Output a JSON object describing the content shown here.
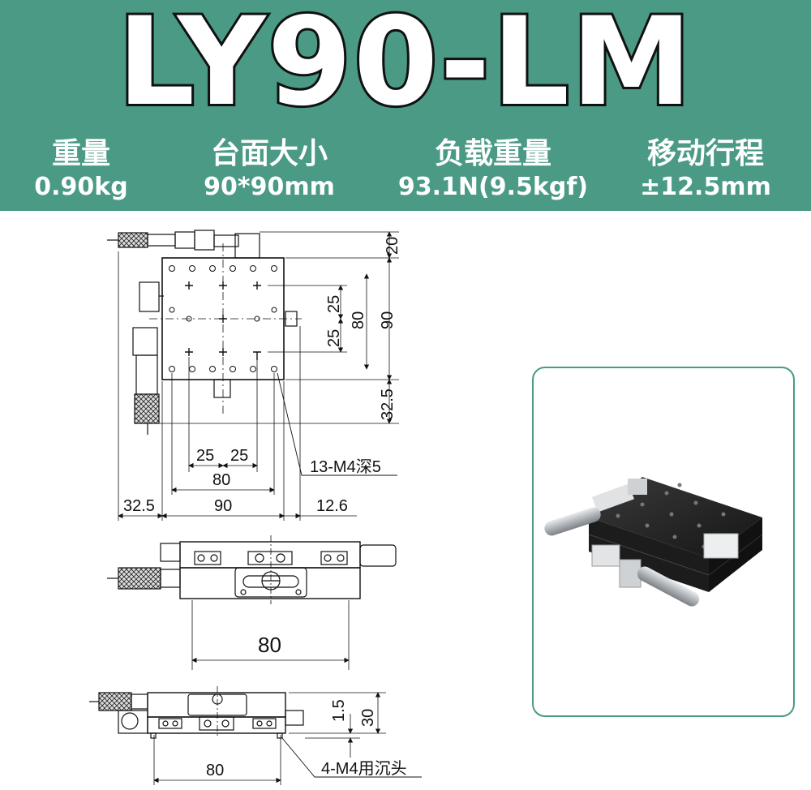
{
  "header": {
    "model": "LY90-LM",
    "specs": [
      {
        "label": "重量",
        "value": "0.90kg"
      },
      {
        "label": "台面大小",
        "value": "90*90mm"
      },
      {
        "label": "负载重量",
        "value": "93.1N(9.5kgf)"
      },
      {
        "label": "移动行程",
        "value": "±12.5mm"
      }
    ]
  },
  "drawing": {
    "top_view": {
      "right_dims": [
        "20",
        "25",
        "25",
        "80",
        "90",
        "32.5"
      ],
      "bottom_dims": [
        "25",
        "25",
        "80",
        "32.5",
        "90",
        "12.6"
      ],
      "callout": "13-M4深5"
    },
    "front_view": {
      "dim": "80"
    },
    "side_view": {
      "dims": [
        "1.5",
        "30",
        "80"
      ],
      "callout": "4-M4用沉头"
    }
  },
  "colors": {
    "banner": "#4a9a86",
    "stage_body": "#1c1c1c",
    "micrometer": "#b0b4b8"
  }
}
